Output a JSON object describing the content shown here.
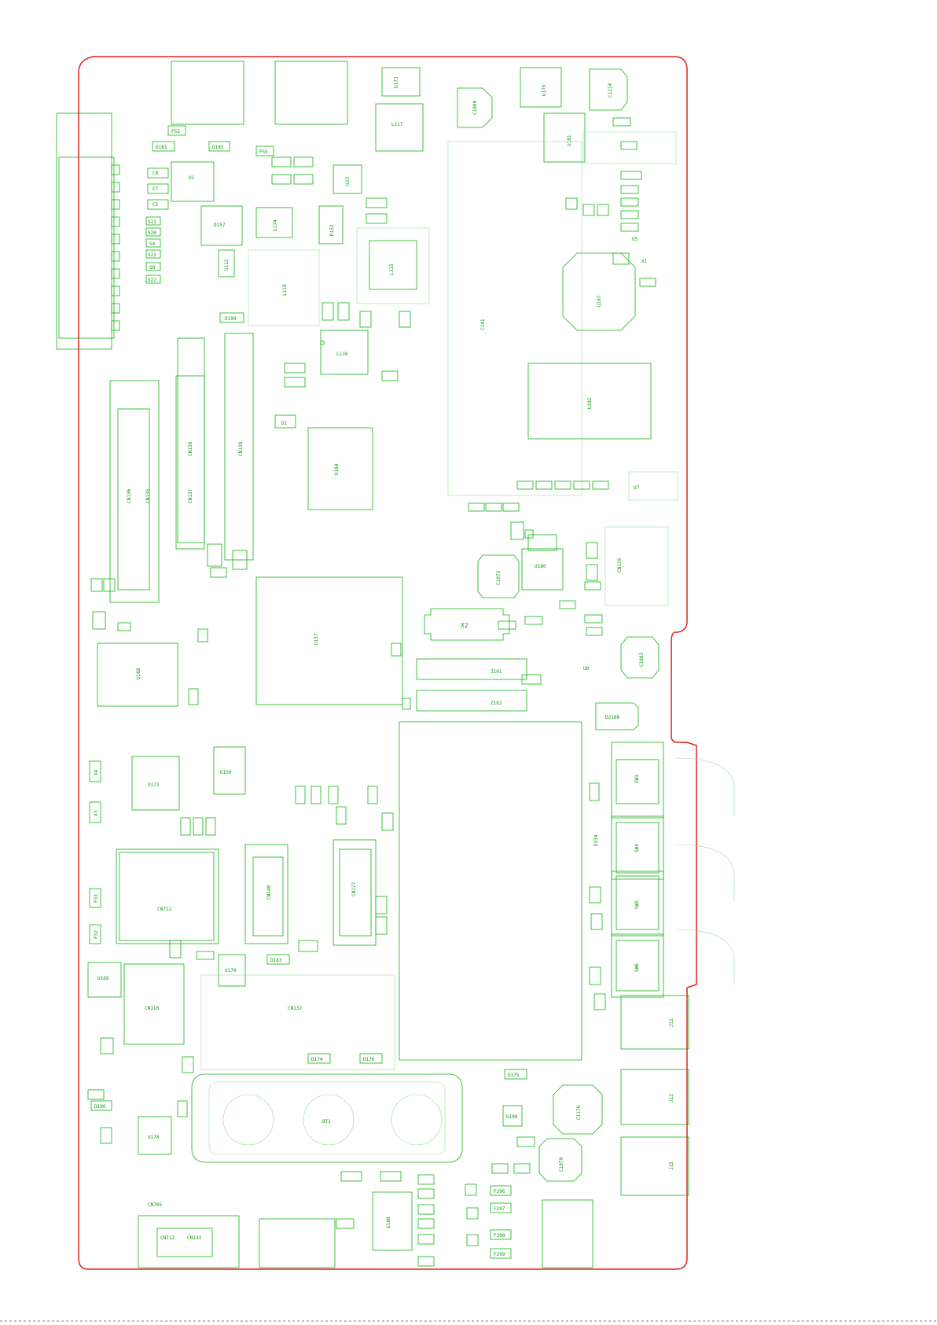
{
  "board": {
    "edge_color": "#e02020",
    "silk_color": "#11b211",
    "background": "#ffffff"
  },
  "labels": {
    "u173_top": "U173",
    "u175": "U175",
    "c1214": "C1214",
    "l117": "L117",
    "c1080": "C1080",
    "u81": "U181",
    "u1": "U1",
    "u23": "U23",
    "d157": "D157",
    "u174": "U174",
    "d152": "D152",
    "l118": "L118",
    "l115": "L115",
    "l116": "L116",
    "u167": "U167",
    "c141": "C141",
    "u182": "U182",
    "u164": "U164",
    "cn138": "CN138",
    "cn136": "CN136",
    "cn137": "CN137",
    "cn135": "CN135",
    "u157": "U157",
    "x2": "X2",
    "u180": "U180",
    "c1073": "C1073",
    "cn129": "CN129",
    "u168": "U168",
    "z101": "Z101",
    "z102": "Z102",
    "c1083": "C1083",
    "u173": "U173",
    "u159": "U159",
    "d2188": "D2188",
    "cn711": "CN711",
    "cn110": "CN110",
    "u169": "U169",
    "u170": "U170",
    "cn132": "CN132",
    "cn140": "CN140",
    "cn127": "CN127",
    "bt1": "BT1",
    "u178": "U178",
    "u186": "U186",
    "c1176": "C1176",
    "c1079": "C1079",
    "cn712": "CN712",
    "cn133": "CN133",
    "j12": "J12",
    "j13": "J13",
    "j15": "J15",
    "sw3": "SW3",
    "sw4": "SW4",
    "sw5": "SW5",
    "sw6": "SW6",
    "d334": "D334",
    "d1": "D1",
    "x1": "X1",
    "x4": "X4",
    "x3": "X3",
    "u8": "U8",
    "u7": "U7",
    "u5": "U5",
    "c8": "C8",
    "c7": "C7",
    "c5": "C5",
    "s21": "S21",
    "s20": "S20",
    "s4": "S4",
    "s23": "S23",
    "s8": "S8",
    "s22": "S22",
    "f53": "F53",
    "f55": "F55",
    "f32": "F32",
    "f33": "F33",
    "d181": "D181",
    "d185": "D185",
    "d190": "D190",
    "d199": "D199",
    "d183": "D183",
    "d174": "D174",
    "d176": "D176",
    "d175": "D175",
    "u109": "U109",
    "u112": "U112",
    "f296": "F296",
    "f297": "F297",
    "f298": "F298",
    "f299": "F299",
    "cn705": "CN705"
  }
}
